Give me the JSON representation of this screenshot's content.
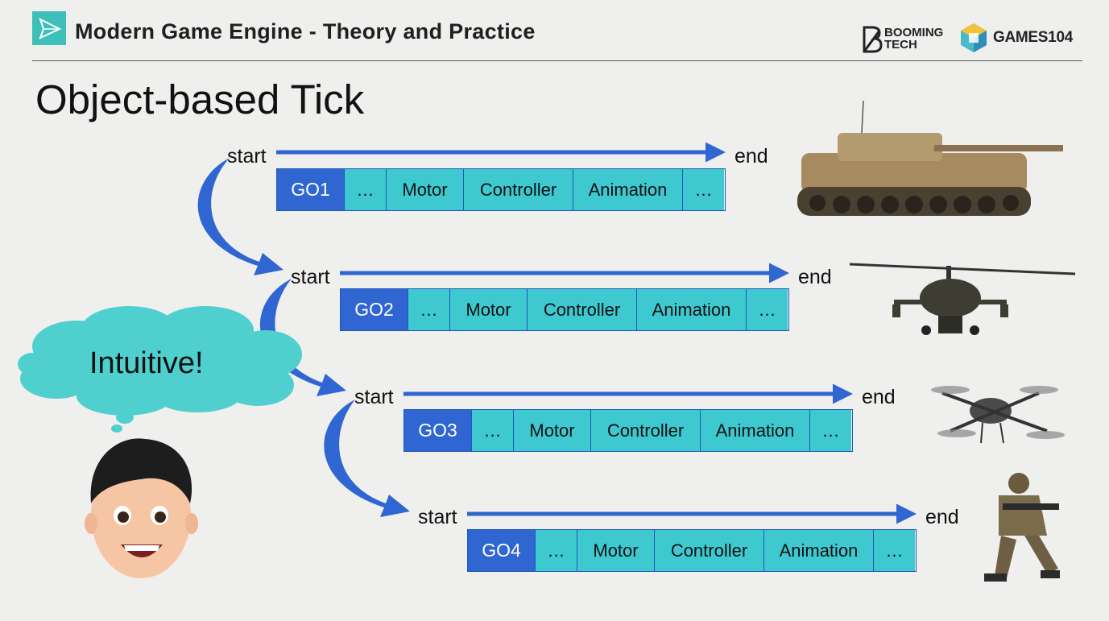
{
  "header": {
    "title": "Modern Game Engine - Theory and Practice",
    "brand_left": "BOOMING TECH",
    "brand_left_line1": "BOOMING",
    "brand_left_line2": "TECH",
    "brand_right": "GAMES104"
  },
  "slide": {
    "title": "Object-based Tick",
    "thought_bubble": "Intuitive!"
  },
  "rows": [
    {
      "start": "start",
      "end": "end",
      "cells": [
        "GO1",
        "…",
        "Motor",
        "Controller",
        "Animation",
        "…"
      ],
      "image": "tank"
    },
    {
      "start": "start",
      "end": "end",
      "cells": [
        "GO2",
        "…",
        "Motor",
        "Controller",
        "Animation",
        "…"
      ],
      "image": "helicopter"
    },
    {
      "start": "start",
      "end": "end",
      "cells": [
        "GO3",
        "…",
        "Motor",
        "Controller",
        "Animation",
        "…"
      ],
      "image": "drone"
    },
    {
      "start": "start",
      "end": "end",
      "cells": [
        "GO4",
        "…",
        "Motor",
        "Controller",
        "Animation",
        "…"
      ],
      "image": "soldier"
    }
  ],
  "colors": {
    "go_cell": "#2f66d2",
    "component_cell": "#3ec9d0",
    "arrow": "#2f66d2",
    "cloud": "#4fd0cf"
  },
  "icons": [
    "slide-logo-icon",
    "booming-tech-logo",
    "games104-logo",
    "tank-image",
    "helicopter-image",
    "drone-image",
    "soldier-image",
    "memoji-avatar"
  ]
}
